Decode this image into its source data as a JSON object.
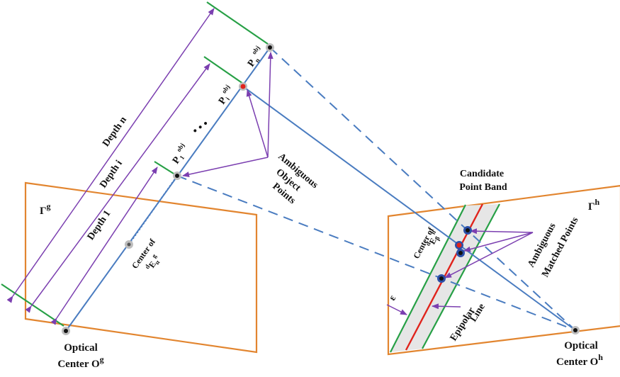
{
  "labels": {
    "optical_center_left_line1": "Optical",
    "optical_center_left_line2": "Center O",
    "optical_center_left_sup": "g",
    "optical_center_right_line1": "Optical",
    "optical_center_right_line2": "Center O",
    "optical_center_right_sup": "h",
    "gamma_left": "Γ",
    "gamma_left_sup": "g",
    "gamma_right": "Γ",
    "gamma_right_sup": "h",
    "depth_n": "Depth n",
    "depth_i": "Depth i",
    "depth_1": "Depth 1",
    "p_n": "P",
    "p_n_sub": "n",
    "p_i": "P",
    "p_i_sub": "i",
    "p_1": "P",
    "p_1_sub": "1",
    "obj": "obj",
    "ellipsis": "• • •",
    "ambiguous_object_line1": "Ambiguous",
    "ambiguous_object_line2": "Object",
    "ambiguous_object_line3": "Points",
    "candidate_band_line1": "Candidate",
    "candidate_band_line2": "Point Band",
    "center_of_left": "Center of",
    "center_of_left_sub": "E",
    "center_of_left_pre": "d",
    "center_of_left_sup": "g",
    "center_of_left_idx": "α",
    "center_of_right": "Center of",
    "center_of_right_sub": "E",
    "center_of_right_pre": "d",
    "center_of_right_sup": "h",
    "center_of_right_idx": "β",
    "ambiguous_matched_line1": "Ambiguous",
    "ambiguous_matched_line2": "Matched Points",
    "epsilon": "ε",
    "epipolar_line1": "Epipolar",
    "epipolar_line2": "Line"
  },
  "colors": {
    "frame": "#e2852f",
    "ray": "#4a7cc0",
    "depth_line": "#27a046",
    "arrow": "#7b3fb0",
    "epipolar": "#e0231c",
    "band": "#e6e6e6"
  }
}
